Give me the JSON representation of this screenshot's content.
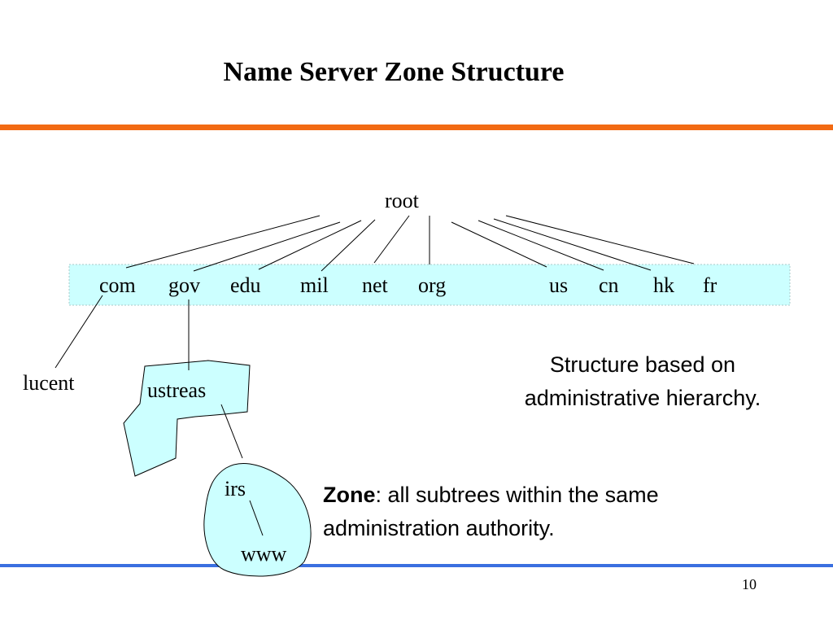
{
  "slide": {
    "title": "Name Server Zone Structure",
    "page_number": "10"
  },
  "colors": {
    "orange_rule": "#f26a13",
    "blue_rule": "#3a6fe0",
    "zone_fill": "#ccffff",
    "zone_border": "#000000",
    "band_border": "#a8c8c8"
  },
  "tree": {
    "root": "root",
    "tlds": [
      "com",
      "gov",
      "edu",
      "mil",
      "net",
      "org",
      "us",
      "cn",
      "hk",
      "fr"
    ],
    "subdomains": {
      "lucent": "lucent",
      "ustreas": "ustreas",
      "irs": "irs",
      "www": "www"
    }
  },
  "notes": {
    "structure_line1": "Structure based on",
    "structure_line2": "administrative hierarchy.",
    "zone_term": "Zone",
    "zone_rest_line1": ": all subtrees within the same",
    "zone_line2": "administration authority."
  }
}
